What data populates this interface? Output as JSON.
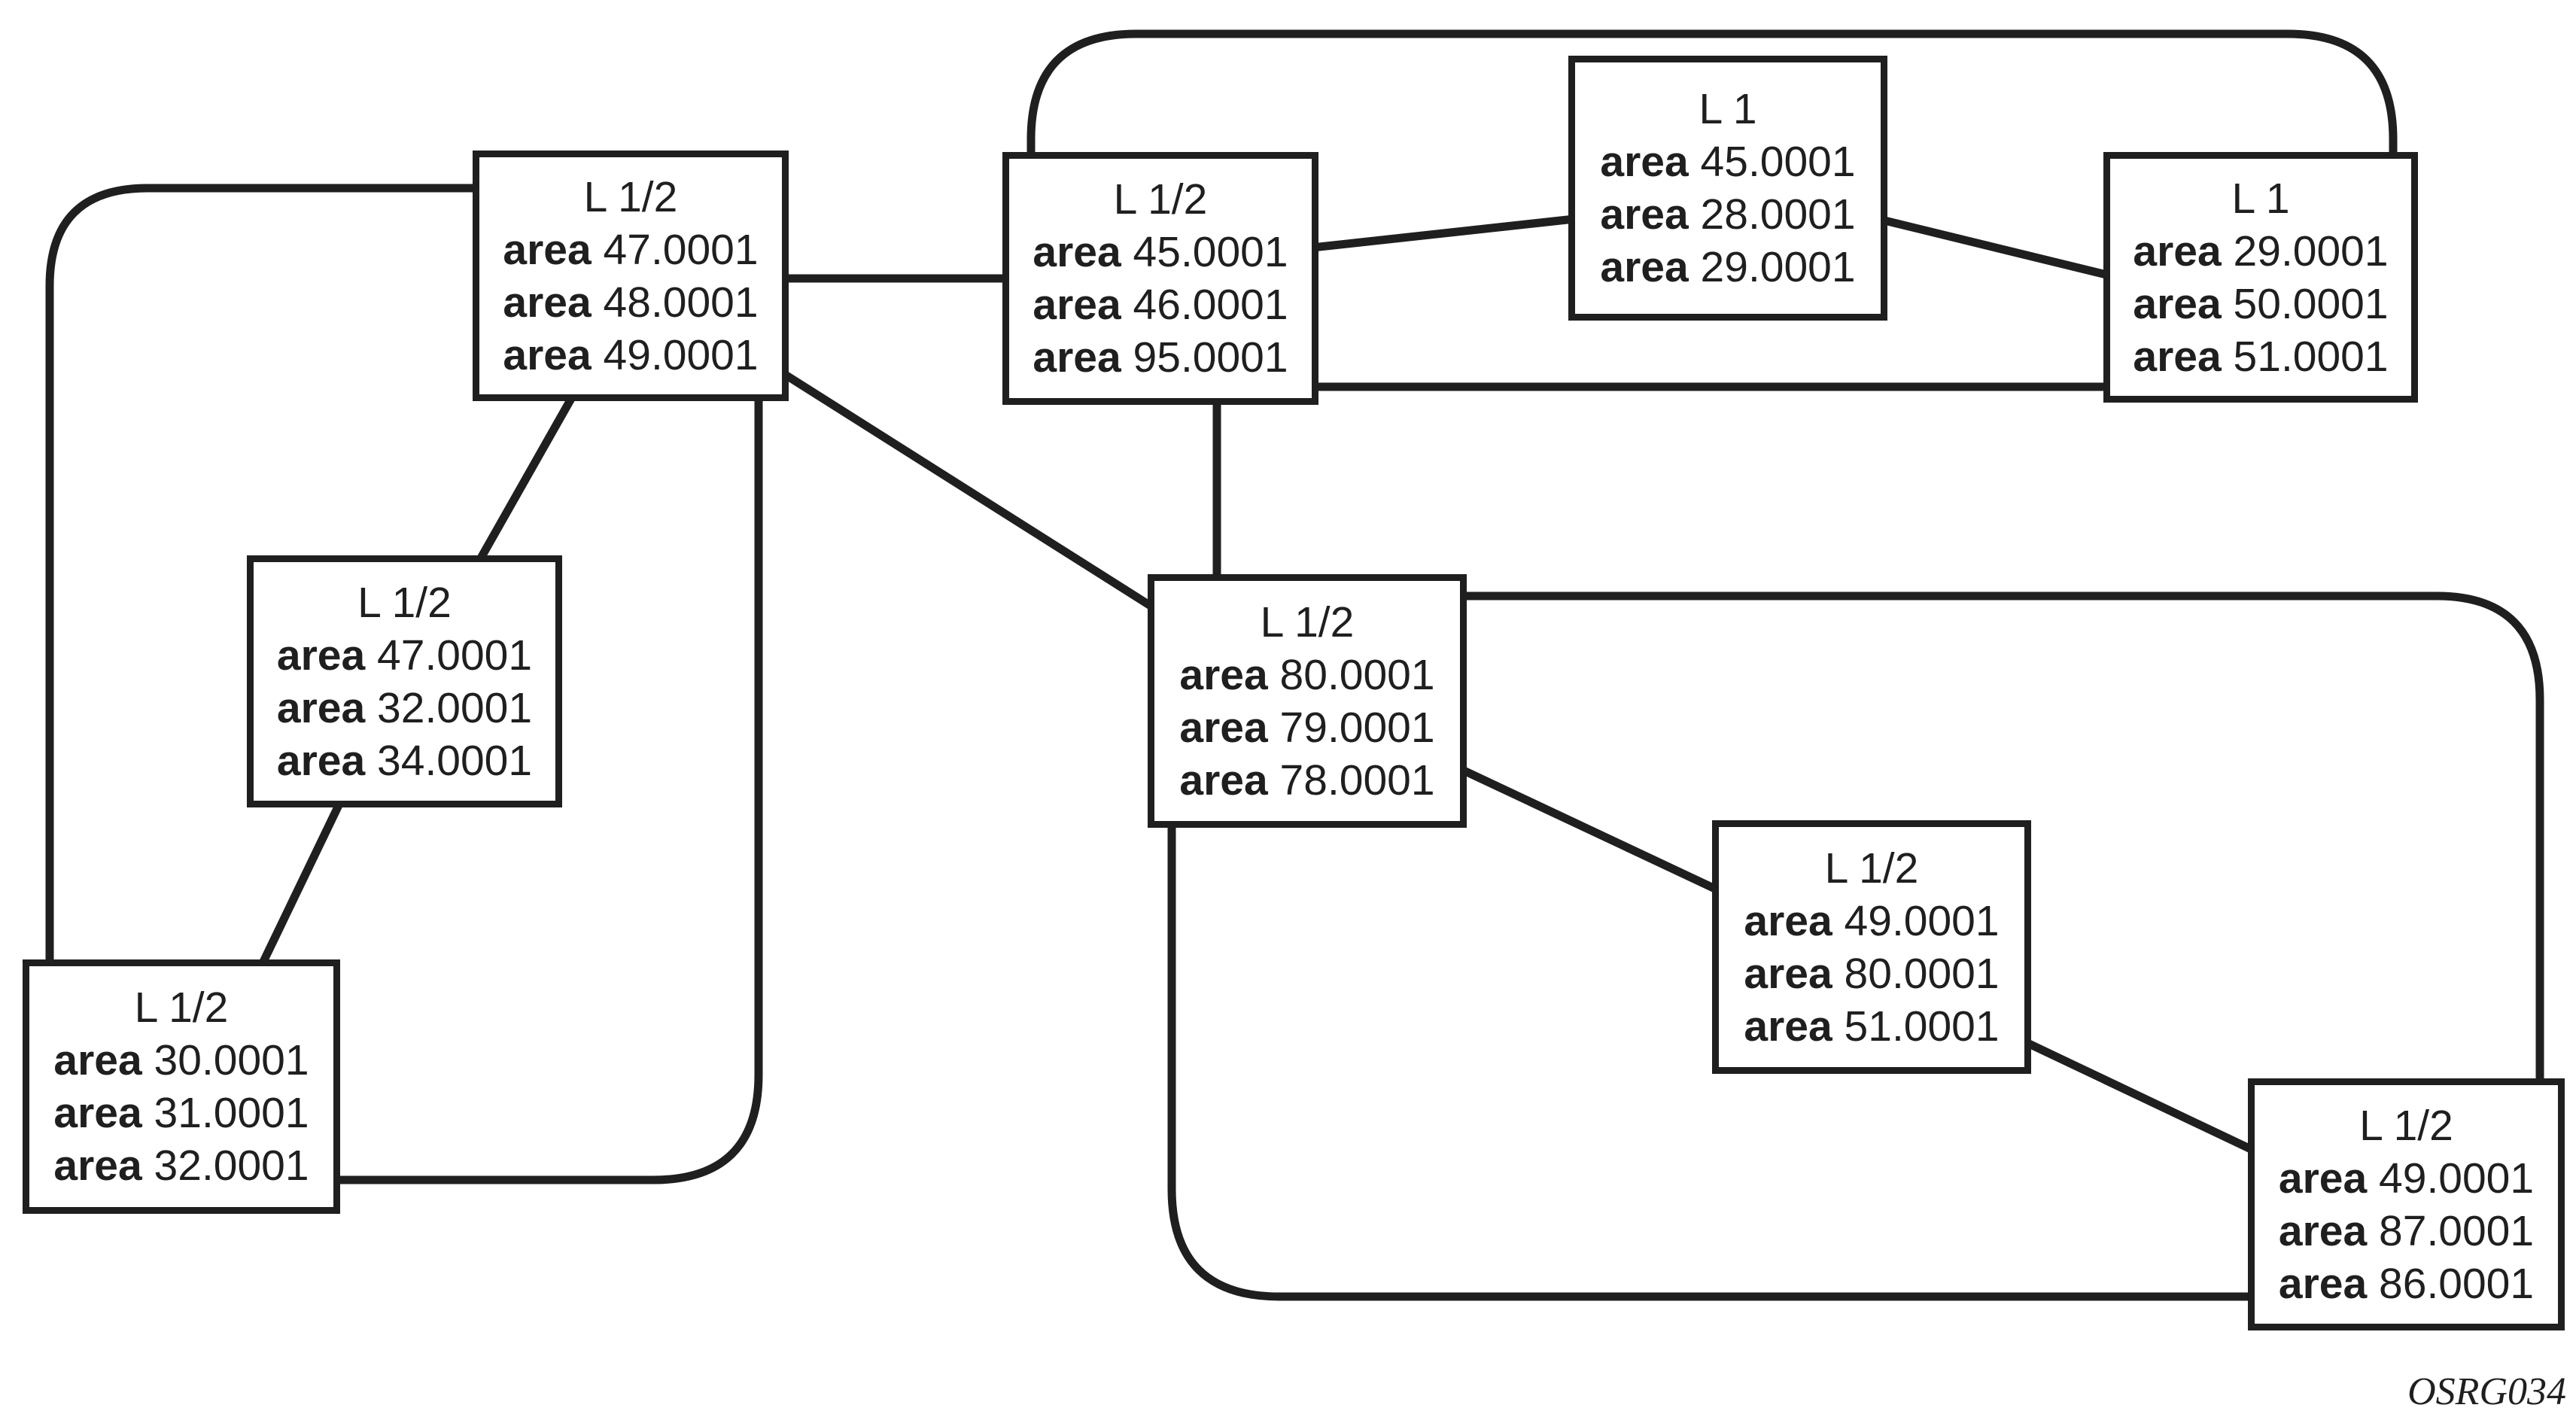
{
  "figure": {
    "id_label": "OSRG034",
    "type": "isis-routing-area-topology"
  },
  "labels": {
    "area_keyword": "area"
  },
  "colors": {
    "line": "#1f1f1f",
    "background": "#ffffff",
    "text": "#1f1f1f"
  },
  "nodes": [
    {
      "title": "L 1/2",
      "areas": [
        "47.0001",
        "48.0001",
        "49.0001"
      ]
    },
    {
      "title": "L 1/2",
      "areas": [
        "45.0001",
        "46.0001",
        "95.0001"
      ]
    },
    {
      "title": "L 1",
      "areas": [
        "45.0001",
        "28.0001",
        "29.0001"
      ]
    },
    {
      "title": "L 1",
      "areas": [
        "29.0001",
        "50.0001",
        "51.0001"
      ]
    },
    {
      "title": "L 1/2",
      "areas": [
        "47.0001",
        "32.0001",
        "34.0001"
      ]
    },
    {
      "title": "L 1/2",
      "areas": [
        "30.0001",
        "31.0001",
        "32.0001"
      ]
    },
    {
      "title": "L 1/2",
      "areas": [
        "80.0001",
        "79.0001",
        "78.0001"
      ]
    },
    {
      "title": "L 1/2",
      "areas": [
        "49.0001",
        "80.0001",
        "51.0001"
      ]
    },
    {
      "title": "L 1/2",
      "areas": [
        "49.0001",
        "87.0001",
        "86.0001"
      ]
    }
  ],
  "connections": [
    {
      "from": "node-1",
      "to": "node-2",
      "route": "straight"
    },
    {
      "from": "node-2",
      "to": "node-3",
      "route": "straight"
    },
    {
      "from": "node-3",
      "to": "node-4",
      "route": "straight"
    },
    {
      "from": "node-2",
      "to": "node-4",
      "route": "straight"
    },
    {
      "from": "node-2",
      "to": "node-4",
      "route": "rounded-top"
    },
    {
      "from": "node-2",
      "to": "node-7",
      "route": "straight"
    },
    {
      "from": "node-1",
      "to": "node-7",
      "route": "straight"
    },
    {
      "from": "node-1",
      "to": "node-5",
      "route": "straight"
    },
    {
      "from": "node-5",
      "to": "node-6",
      "route": "straight"
    },
    {
      "from": "node-1",
      "to": "node-6",
      "route": "rounded-left"
    },
    {
      "from": "node-1",
      "to": "node-6",
      "route": "rounded-bottom"
    },
    {
      "from": "node-7",
      "to": "node-8",
      "route": "straight"
    },
    {
      "from": "node-8",
      "to": "node-9",
      "route": "straight"
    },
    {
      "from": "node-7",
      "to": "node-9",
      "route": "rounded-top"
    },
    {
      "from": "node-7",
      "to": "node-9",
      "route": "rounded-bottom"
    }
  ]
}
